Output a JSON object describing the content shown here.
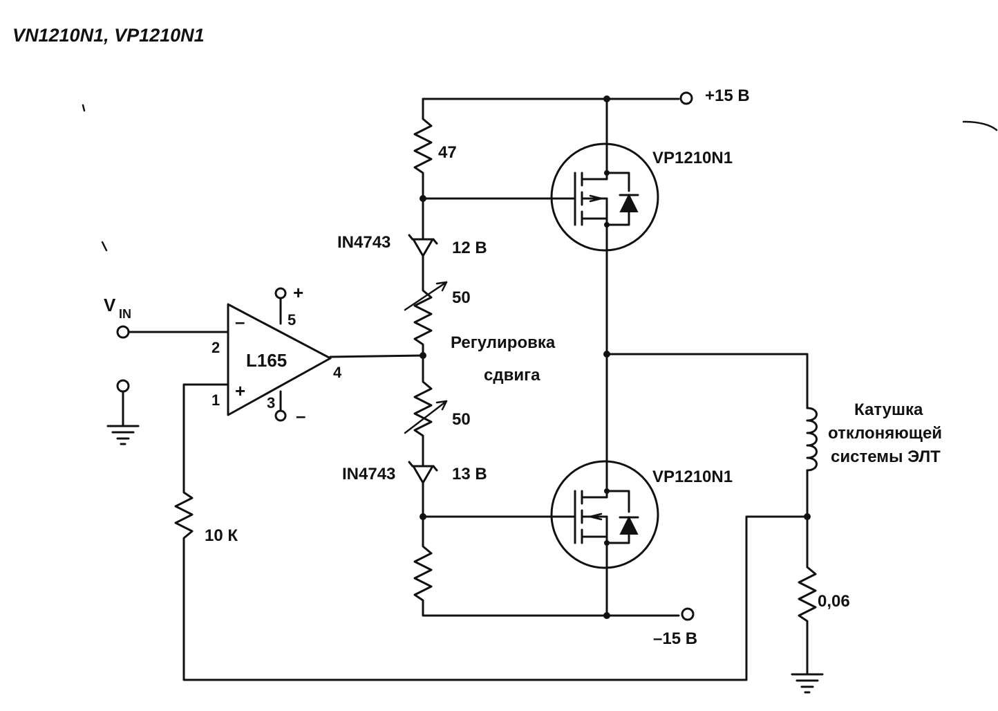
{
  "title": "VN1210N1, VP1210N1",
  "labels": {
    "plus15": "+15 В",
    "minus15": "–15 В",
    "r47": "47",
    "pot_top": "50",
    "pot_bottom": "50",
    "zener_top_part": "IN4743",
    "zener_top_voltage": "12 В",
    "zener_bottom_part": "IN4743",
    "zener_bottom_voltage": "13 В",
    "offset_line1": "Регулировка",
    "offset_line2": "сдвига",
    "mosfet_top": "VP1210N1",
    "mosfet_bottom": "VP1210N1",
    "coil_line1": "Катушка",
    "coil_line2": "отклоняющей",
    "coil_line3": "системы ЭЛТ",
    "r_feedback": "10 К",
    "r_sense": "0,06",
    "vin_main": "V",
    "vin_sub": "IN",
    "opamp": "L165"
  },
  "opamp_pins": {
    "inv": "2",
    "noninv": "1",
    "vplus": "5",
    "vminus": "3",
    "out": "4",
    "minus_sign": "–",
    "plus_sign": "+",
    "supply_plus": "+",
    "supply_minus": "–"
  }
}
